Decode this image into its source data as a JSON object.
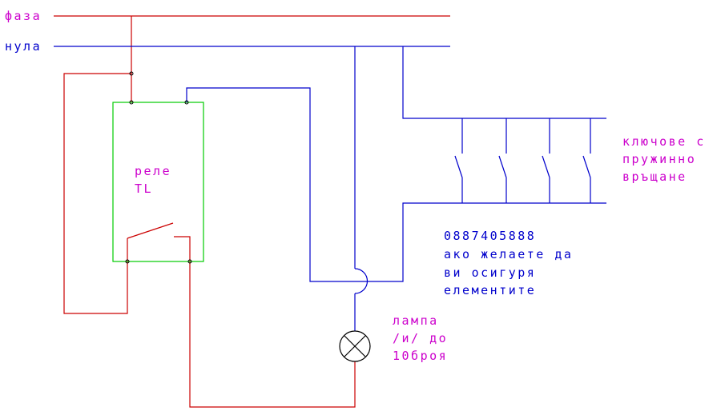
{
  "colors": {
    "phase_wire": "#cc0000",
    "neutral_wire": "#0000cc",
    "relay_box": "#00cc00",
    "text_magenta": "#cc00cc",
    "text_blue": "#0000cc",
    "background": "#ffffff",
    "node_dot": "#000000"
  },
  "labels": {
    "phase": "фаза",
    "neutral": "нула",
    "relay_line1": "реле",
    "relay_line2": "TL",
    "switches_line1": "ключове с",
    "switches_line2": "пружинно",
    "switches_line3": "връщане",
    "contact_phone": "0887405888",
    "contact_line2": "ако желаете да",
    "contact_line3": "ви осигуря",
    "contact_line4": "елементите",
    "lamp_line1": "лампа",
    "lamp_line2": "/и/ до",
    "lamp_line3": "10броя"
  },
  "components": {
    "relay": {
      "type": "relay",
      "name": "TL"
    },
    "switches": {
      "type": "push-button",
      "count": 4
    },
    "lamp": {
      "type": "lamp-symbol"
    }
  }
}
